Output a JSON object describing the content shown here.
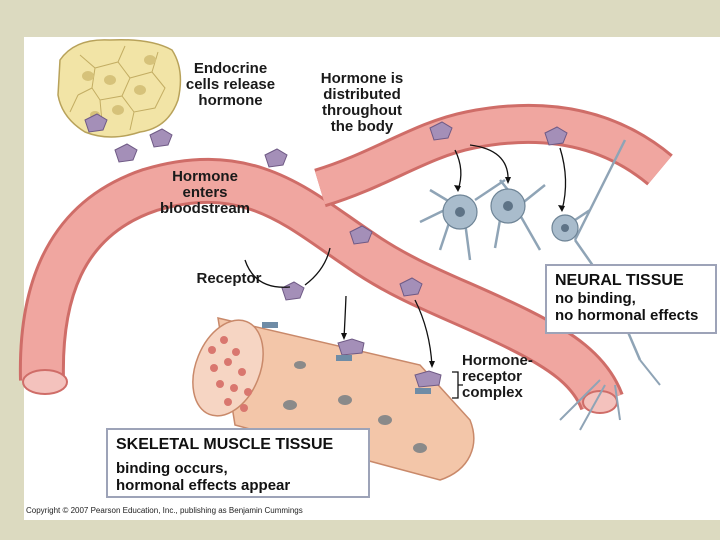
{
  "labels": {
    "endocrine": "Endocrine\ncells release\nhormone",
    "distributed": "Hormone is\ndistributed\nthroughout\nthe body",
    "enters": "Hormone\nenters\nbloodstream",
    "receptor": "Receptor",
    "complex": "Hormone-\nreceptor\ncomplex"
  },
  "neural_box": {
    "title": "NEURAL TISSUE",
    "body": "no binding,\nno hormonal effects"
  },
  "muscle_box": {
    "title": "SKELETAL MUSCLE TISSUE",
    "body": "binding occurs,\nhormonal effects appear"
  },
  "copyright": "Copyright © 2007 Pearson Education, Inc., publishing as Benjamin Cummings",
  "colors": {
    "vessel": "#f0a6a0",
    "vessel_edge": "#cf6d68",
    "hormone": "#a48fb8",
    "neuron": "#a9bccc",
    "muscle": "#f3c6a9",
    "endocrine": "#f2e4a6"
  }
}
